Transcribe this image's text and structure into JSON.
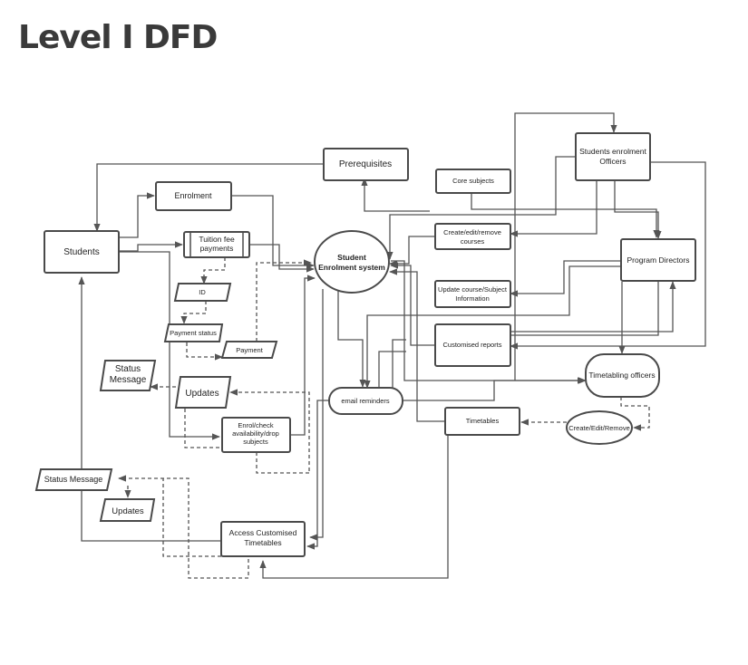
{
  "title": "Level I DFD",
  "nodes": {
    "students": "Students",
    "enrolment": "Enrolment",
    "tuition_1": "Tuition fee",
    "tuition_2": "payments",
    "id": "ID",
    "payment_status": "Payment status",
    "payment": "Payment",
    "status_msg_top_1": "Status",
    "status_msg_top_2": "Message",
    "updates_top": "Updates",
    "enrol_check_1": "Enrol/check",
    "enrol_check_2": "availability/drop",
    "enrol_check_3": "subjects",
    "status_msg_bottom": "Status Message",
    "updates_bottom": "Updates",
    "access_1": "Access Customised",
    "access_2": "Timetables",
    "prerequisites": "Prerequisites",
    "system_1": "Student",
    "system_2": "Enrolment system",
    "email": "email reminders",
    "core": "Core subjects",
    "cerc_1": "Create/edit/remove",
    "cerc_2": "courses",
    "ucsi_1": "Update course/Subject",
    "ucsi_2": "Information",
    "custom_reports": "Customised reports",
    "timetables": "Timetables",
    "seo_1": "Students enrolment",
    "seo_2": "Officers",
    "program_directors": "Program Directors",
    "timetabling_officers": "Timetabling officers",
    "create_edit_remove": "Create/Edit/Remove"
  }
}
